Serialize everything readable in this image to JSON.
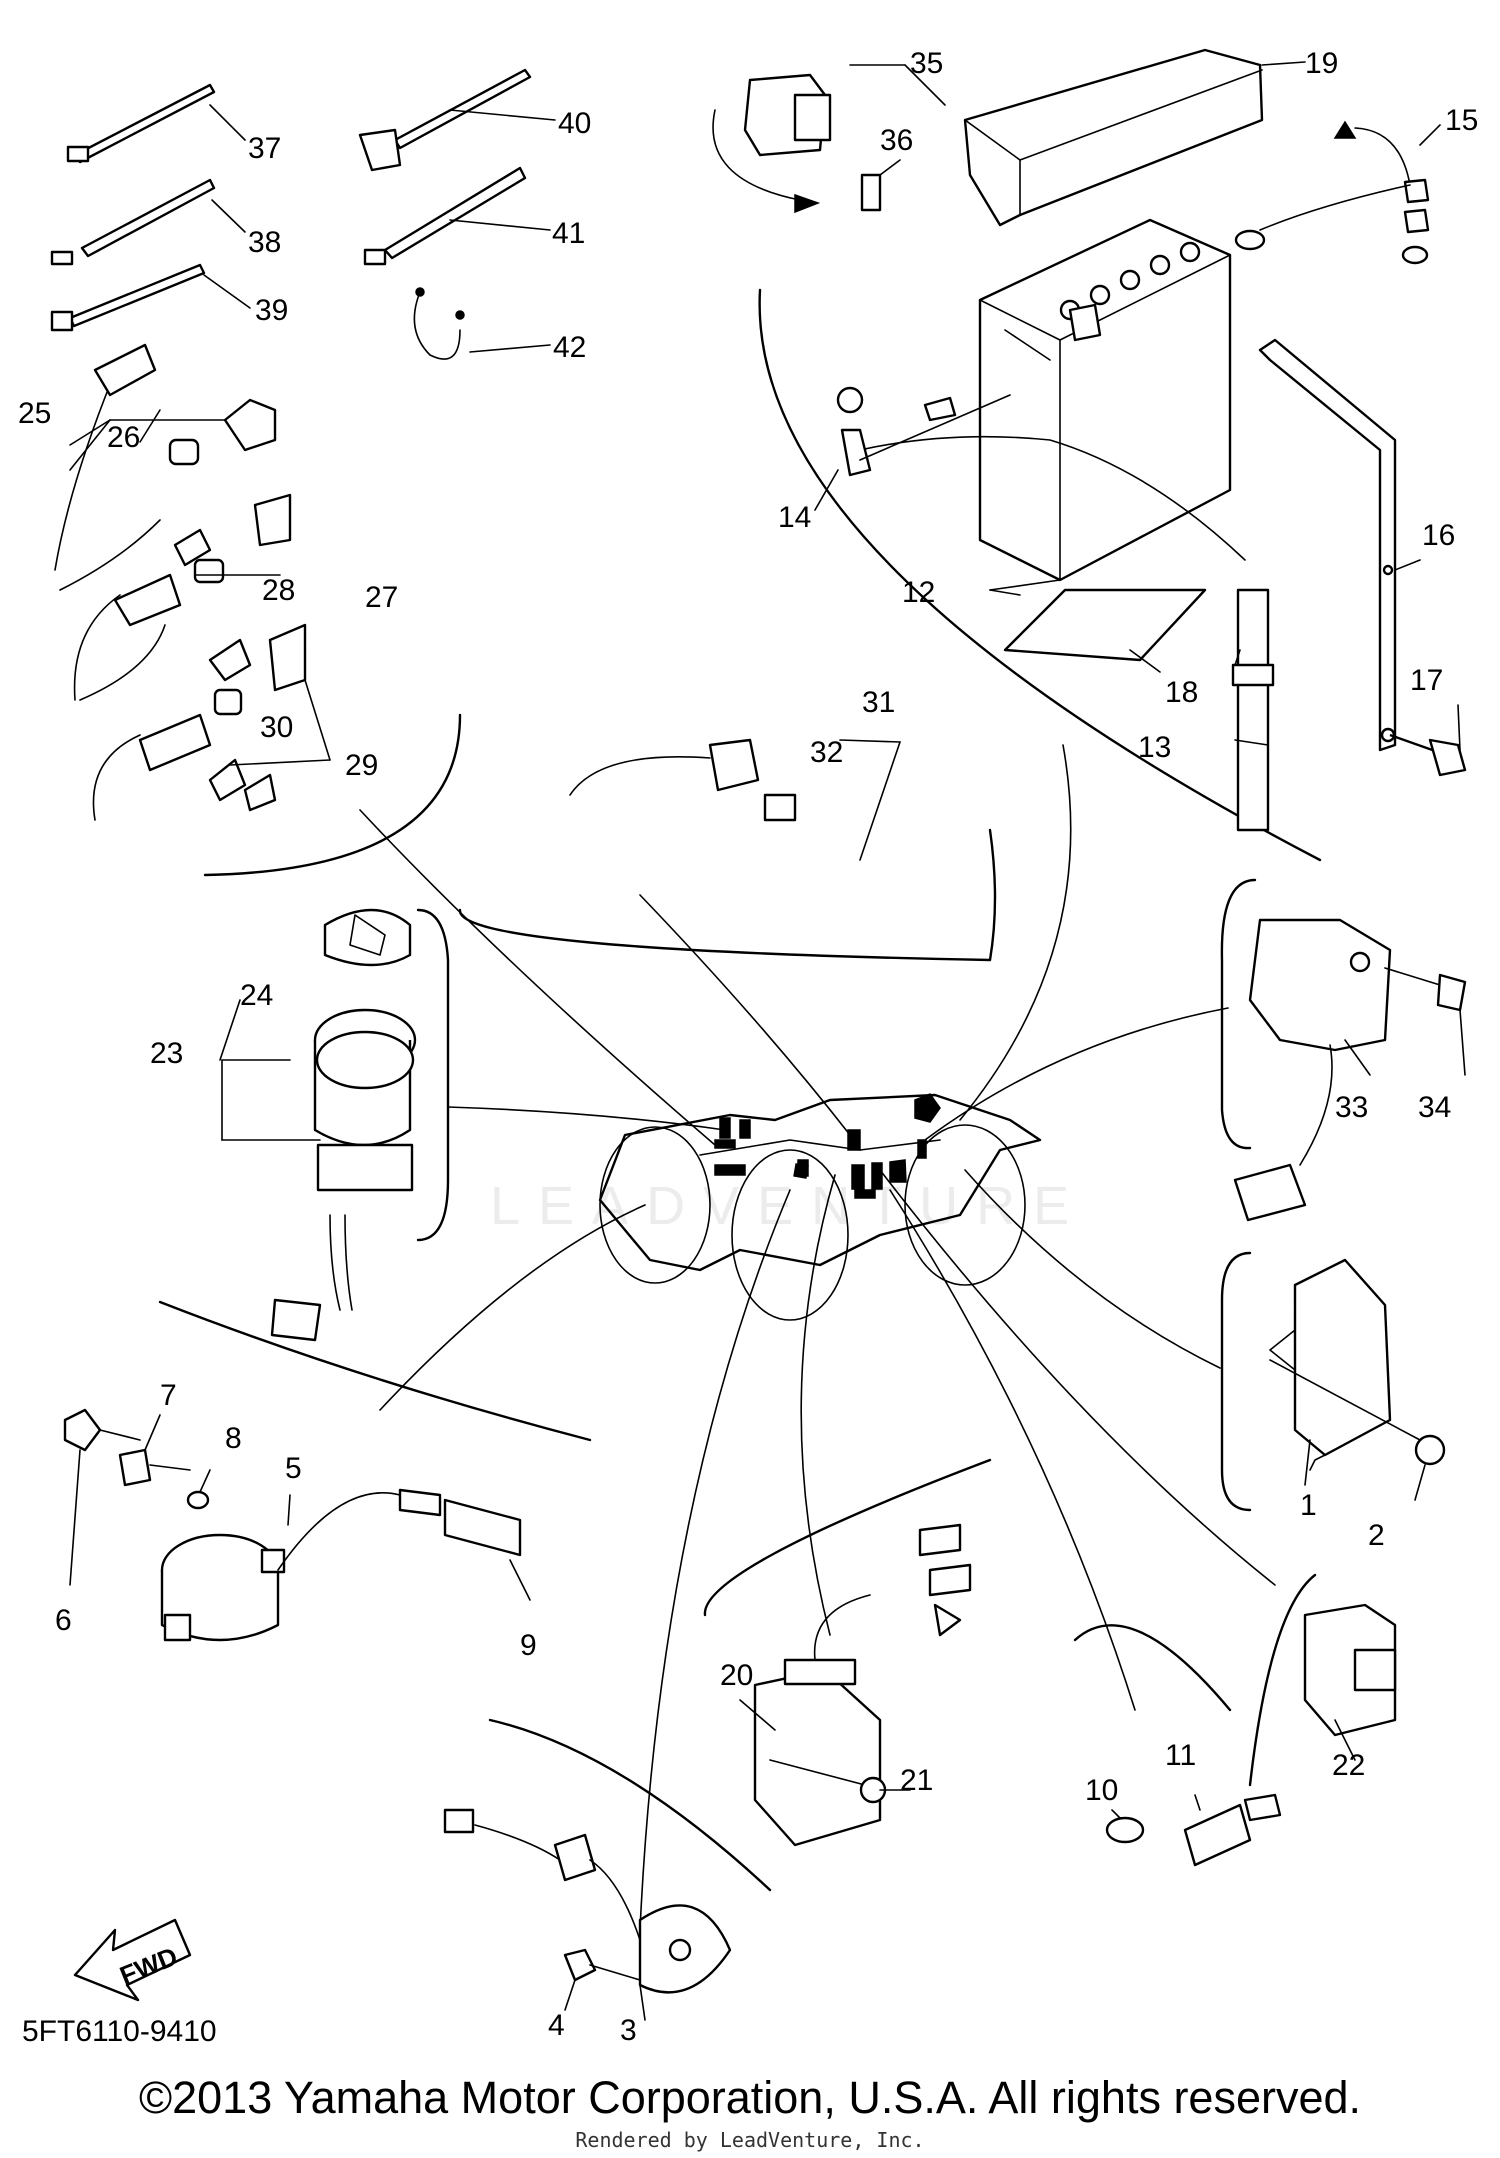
{
  "callouts": [
    "1",
    "2",
    "3",
    "4",
    "5",
    "6",
    "7",
    "8",
    "9",
    "10",
    "11",
    "12",
    "13",
    "14",
    "15",
    "16",
    "17",
    "18",
    "19",
    "20",
    "21",
    "22",
    "23",
    "24",
    "25",
    "26",
    "27",
    "28",
    "29",
    "30",
    "31",
    "32",
    "33",
    "34",
    "35",
    "36",
    "37",
    "38",
    "39",
    "40",
    "41",
    "42"
  ],
  "fwd_label": "FWD",
  "watermark": "LEADVENTURE",
  "part_code": "5FT6110-9410",
  "copyright": "©2013 Yamaha Motor Corporation, U.S.A. All rights reserved.",
  "rendered_by": "Rendered by LeadVenture, Inc."
}
